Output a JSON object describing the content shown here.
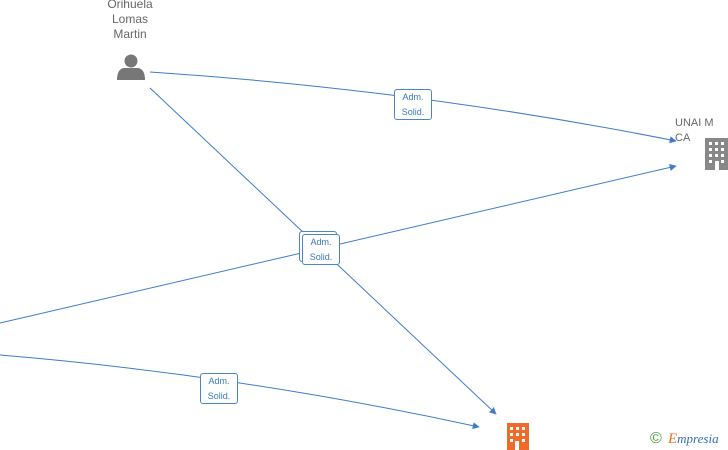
{
  "nodes": {
    "person": {
      "label": "Orihuela\nLomas\nMartin",
      "icon": "person-icon"
    },
    "company_top": {
      "label": "UNAI M CA",
      "icon": "building-icon",
      "color": "#888888"
    },
    "company_bottom": {
      "label": "",
      "icon": "building-icon",
      "color": "#f06a2a"
    }
  },
  "edges": [
    {
      "label": "Adm.\nSolid."
    },
    {
      "label": "Adm.\nSolid."
    },
    {
      "label": "Adm.\nSolid."
    }
  ],
  "footer": {
    "copyright_symbol": "©",
    "brand_initial": "E",
    "brand_rest": "mpresia"
  },
  "colors": {
    "edge": "#3d7cc9",
    "label_text": "#3a78bf"
  }
}
